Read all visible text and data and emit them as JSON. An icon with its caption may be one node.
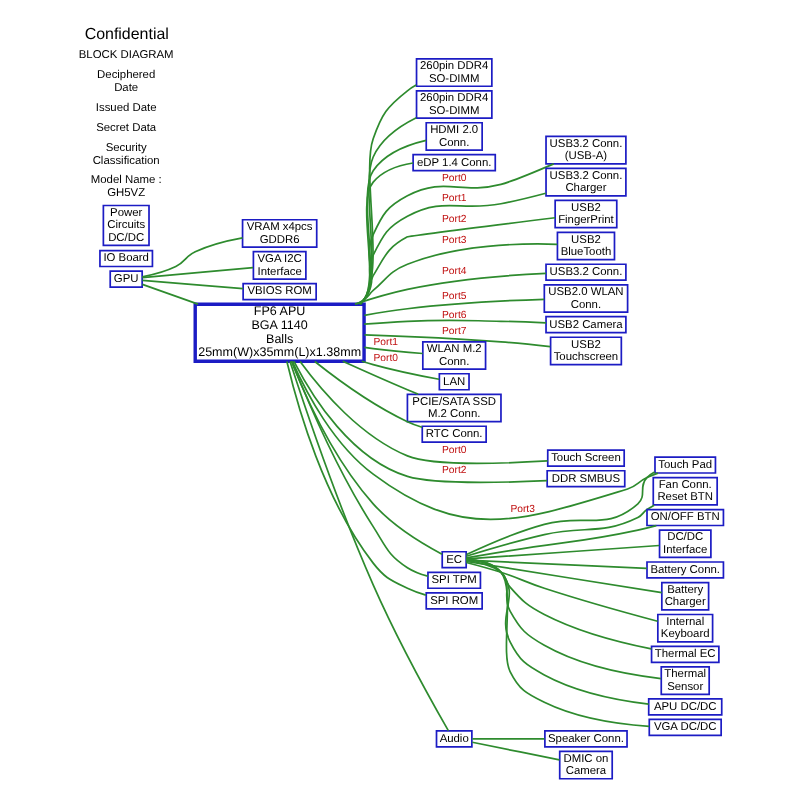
{
  "diagram": {
    "title": "Confidential",
    "nodes": [
      {
        "text": [
          "VRAM x4pcs GDDR6"
        ]
      },
      {
        "text": [
          "GPU"
        ]
      },
      {
        "text": [
          "VGA I2C Interface"
        ]
      },
      {
        "text": [
          "VBIOS ROM"
        ]
      },
      {
        "text": [
          "FP6 APU",
          "BGA 1140 Balls 25mm(W)x35mm(L)x1.38mm"
        ]
      },
      {
        "text": [
          "260pin DDR4 SO-DIMM"
        ]
      },
      {
        "text": [
          "260pin DDR4 SO-DIMM"
        ]
      },
      {
        "text": [
          "HDMI 2.0 Conn."
        ]
      },
      {
        "text": [
          "eDP 1.4 Conn."
        ]
      },
      {
        "text": [
          "USB3.2 Conn. (USB-A)"
        ]
      },
      {
        "text": [
          "USB3.2 Conn. Charger"
        ]
      },
      {
        "text": [
          "USB2 FingerPrint"
        ]
      },
      {
        "text": [
          "USB2 BlueTooth"
        ]
      },
      {
        "text": [
          "USB3.2 Conn."
        ]
      },
      {
        "text": [
          "USB2.0 WLAN Conn."
        ]
      },
      {
        "text": [
          "USB2 Camera"
        ]
      },
      {
        "text": [
          "USB2 Touchscreen"
        ]
      },
      {
        "text": [
          "WLAN M.2 Conn."
        ]
      },
      {
        "text": [
          "LAN"
        ]
      },
      {
        "text": [
          "PCIE/SATA SSD M.2 Conn."
        ]
      },
      {
        "text": [
          "RTC Conn."
        ]
      },
      {
        "text": [
          "Touch Screen"
        ]
      },
      {
        "text": [
          "DDR SMBUS"
        ]
      },
      {
        "text": [
          "Touch Pad"
        ]
      },
      {
        "text": [
          "EC"
        ]
      },
      {
        "text": [
          "SPI TPM"
        ]
      },
      {
        "text": [
          "SPI ROM"
        ]
      },
      {
        "text": [
          "Audio"
        ]
      },
      {
        "text": [
          "Speaker Conn."
        ]
      },
      {
        "text": [
          "DMIC on Camera"
        ]
      },
      {
        "text": [
          "Fan Conn. Reset BTN"
        ]
      },
      {
        "text": [
          "ON/OFF BTN"
        ]
      },
      {
        "text": [
          "DC/DC Interface"
        ]
      },
      {
        "text": [
          "Battery Conn."
        ]
      },
      {
        "text": [
          "Battery Charger"
        ]
      },
      {
        "text": [
          "Internal Keyboard"
        ]
      },
      {
        "text": [
          "Thermal EC"
        ]
      },
      {
        "text": [
          "Thermal Sensor"
        ]
      },
      {
        "text": [
          "APU DC/DC"
        ]
      },
      {
        "text": [
          "VGA DC/DC"
        ]
      },
      {
        "text": [
          "IO Board"
        ]
      },
      {
        "text": [
          "Power Circuits DC/DC"
        ]
      }
    ],
    "edges": [
      {
        "from": 1,
        "to": 0,
        "arrow": "none"
      },
      {
        "from": 1,
        "to": 2,
        "arrow": "none"
      },
      {
        "from": 1,
        "to": 3,
        "arrow": "none"
      },
      {
        "from": 1,
        "to": 4,
        "arrow": "none"
      },
      {
        "from": 4,
        "to": 5,
        "arrow": "none"
      },
      {
        "from": 4,
        "to": 6,
        "arrow": "none"
      },
      {
        "from": 4,
        "to": 7,
        "arrow": "none"
      },
      {
        "from": 4,
        "to": 8,
        "arrow": "none"
      },
      {
        "from": 4,
        "to": 9,
        "label": "Port0",
        "arrow": "none"
      },
      {
        "from": 4,
        "to": 10,
        "label": "Port1",
        "arrow": "none"
      },
      {
        "from": 4,
        "to": 11,
        "label": "Port2",
        "arrow": "none"
      },
      {
        "from": 4,
        "to": 12,
        "label": "Port3",
        "arrow": "none"
      },
      {
        "from": 4,
        "to": 13,
        "label": "Port4",
        "arrow": "none"
      },
      {
        "from": 4,
        "to": 14,
        "label": "Port5",
        "arrow": "none"
      },
      {
        "from": 4,
        "to": 15,
        "label": "Port6",
        "arrow": "none"
      },
      {
        "from": 4,
        "to": 16,
        "label": "Port7",
        "arrow": "none"
      },
      {
        "from": 4,
        "to": 17,
        "label": "Port1",
        "arrow": "none"
      },
      {
        "from": 4,
        "to": 18,
        "label": "Port0",
        "arrow": "none"
      },
      {
        "from": 4,
        "to": 19,
        "arrow": "none"
      },
      {
        "from": 4,
        "to": 20,
        "arrow": "none"
      },
      {
        "from": 4,
        "to": 21,
        "label": "Port0",
        "arrow": "none"
      },
      {
        "from": 4,
        "to": 22,
        "label": "Port2",
        "arrow": "none"
      },
      {
        "from": 4,
        "to": 23,
        "label": "Port3",
        "arrow": "none"
      },
      {
        "from": 4,
        "to": 24,
        "arrow": "none"
      },
      {
        "from": 4,
        "to": 25,
        "arrow": "none"
      },
      {
        "from": 4,
        "to": 26,
        "arrow": "none"
      },
      {
        "from": 4,
        "to": 27,
        "arrow": "none"
      },
      {
        "from": 27,
        "to": 28,
        "arrow": "none"
      },
      {
        "from": 27,
        "to": 29,
        "arrow": "none"
      },
      {
        "from": 24,
        "to": 23,
        "arrow": "none"
      },
      {
        "from": 24,
        "to": 30,
        "arrow": "none"
      },
      {
        "from": 24,
        "to": 31,
        "arrow": "none"
      },
      {
        "from": 24,
        "to": 32,
        "arrow": "none"
      },
      {
        "from": 24,
        "to": 33,
        "arrow": "none"
      },
      {
        "from": 24,
        "to": 34,
        "arrow": "none"
      },
      {
        "from": 24,
        "to": 35,
        "arrow": "none"
      },
      {
        "from": 24,
        "to": 36,
        "arrow": "none"
      },
      {
        "from": 24,
        "to": 37,
        "arrow": "none"
      },
      {
        "from": 24,
        "to": 38,
        "arrow": "none"
      },
      {
        "from": 24,
        "to": 39,
        "arrow": "none"
      }
    ],
    "labels": [
      "Model Name : GH5VZ",
      "Security Classification",
      "Secret Data",
      "Issued Date",
      "Deciphered Date",
      "BLOCK DIAGRAM"
    ]
  }
}
